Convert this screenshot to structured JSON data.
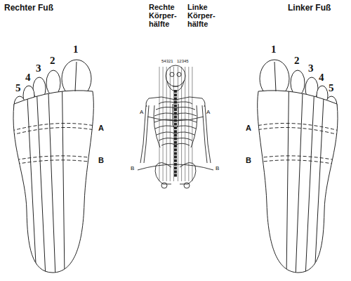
{
  "diagram": {
    "labels": [
      "Rechter Fuß",
      "Rechte Körper- hälfte",
      "Linke Körper- hälfte",
      "Linker Fuß",
      "1",
      "2",
      "3",
      "4",
      "5",
      "A",
      "B",
      "54321",
      "12345",
      "A",
      "A",
      "B",
      "B",
      "1",
      "2",
      "3",
      "4",
      "5",
      "A",
      "B"
    ]
  }
}
